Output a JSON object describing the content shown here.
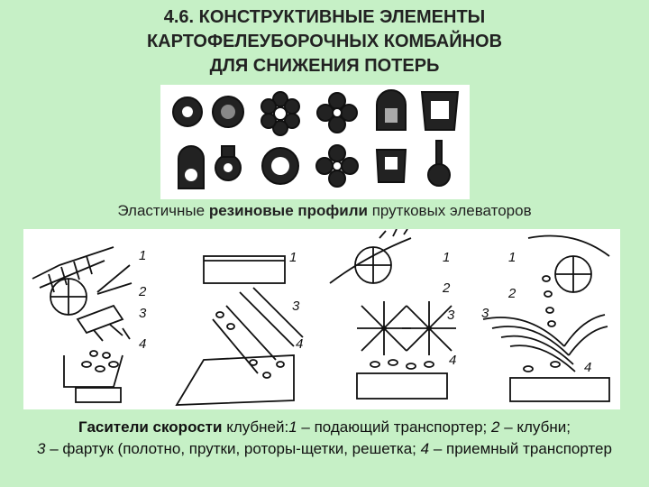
{
  "title": {
    "line1": "4.6. КОНСТРУКТИВНЫЕ ЭЛЕМЕНТЫ",
    "line2": "КАРТОФЕЛЕУБОРОЧНЫХ КОМБАЙНОВ",
    "line3": "ДЛЯ СНИЖЕНИЯ ПОТЕРЬ"
  },
  "caption_profiles": {
    "prefix": "Эластичные ",
    "bold": "резиновые профили",
    "suffix": " прутковых элеваторов"
  },
  "caption_dampers": {
    "bold": "Гасители скорости",
    "t1": " клубней:",
    "n1": "1",
    "t2": " – подающий транспортер; ",
    "n2": "2",
    "t3": " – клубни;",
    "n3": "3",
    "t4": " – фартук (полотно, прутки, роторы-щетки, решетка; ",
    "n4": "4",
    "t5": " – приемный транспортер"
  },
  "labels": {
    "l1": "1",
    "l2": "2",
    "l3": "3",
    "l4": "4"
  },
  "colors": {
    "background": "#c6f0c6",
    "panel": "#ffffff",
    "ink": "#111111"
  }
}
